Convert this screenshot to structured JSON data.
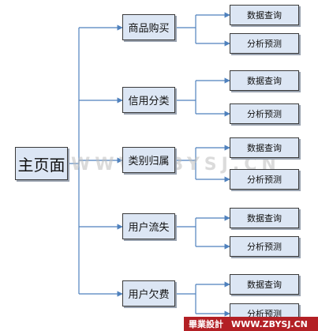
{
  "diagram": {
    "root": {
      "label": "主页面"
    },
    "branches": [
      {
        "label": "商品购买",
        "children": [
          {
            "label": "数据查询"
          },
          {
            "label": "分析预测"
          }
        ]
      },
      {
        "label": "信用分类",
        "children": [
          {
            "label": "数据查询"
          },
          {
            "label": "分析预测"
          }
        ]
      },
      {
        "label": "类别归属",
        "children": [
          {
            "label": "数据查询"
          },
          {
            "label": "分析预测"
          }
        ]
      },
      {
        "label": "用户流失",
        "children": [
          {
            "label": "数据查询"
          },
          {
            "label": "分析预测"
          }
        ]
      },
      {
        "label": "用户欠费",
        "children": [
          {
            "label": "数据查询"
          },
          {
            "label": "分析预测"
          }
        ]
      }
    ]
  },
  "watermark": {
    "text": "WWW.ZBYSJ.CN"
  },
  "badge": {
    "brand": "畢業設計",
    "url": "WWW.ZBYSJ.CN"
  },
  "colors": {
    "node_fill": "#dce6f4",
    "connector": "#4f81bd",
    "badge": "#b32025"
  }
}
